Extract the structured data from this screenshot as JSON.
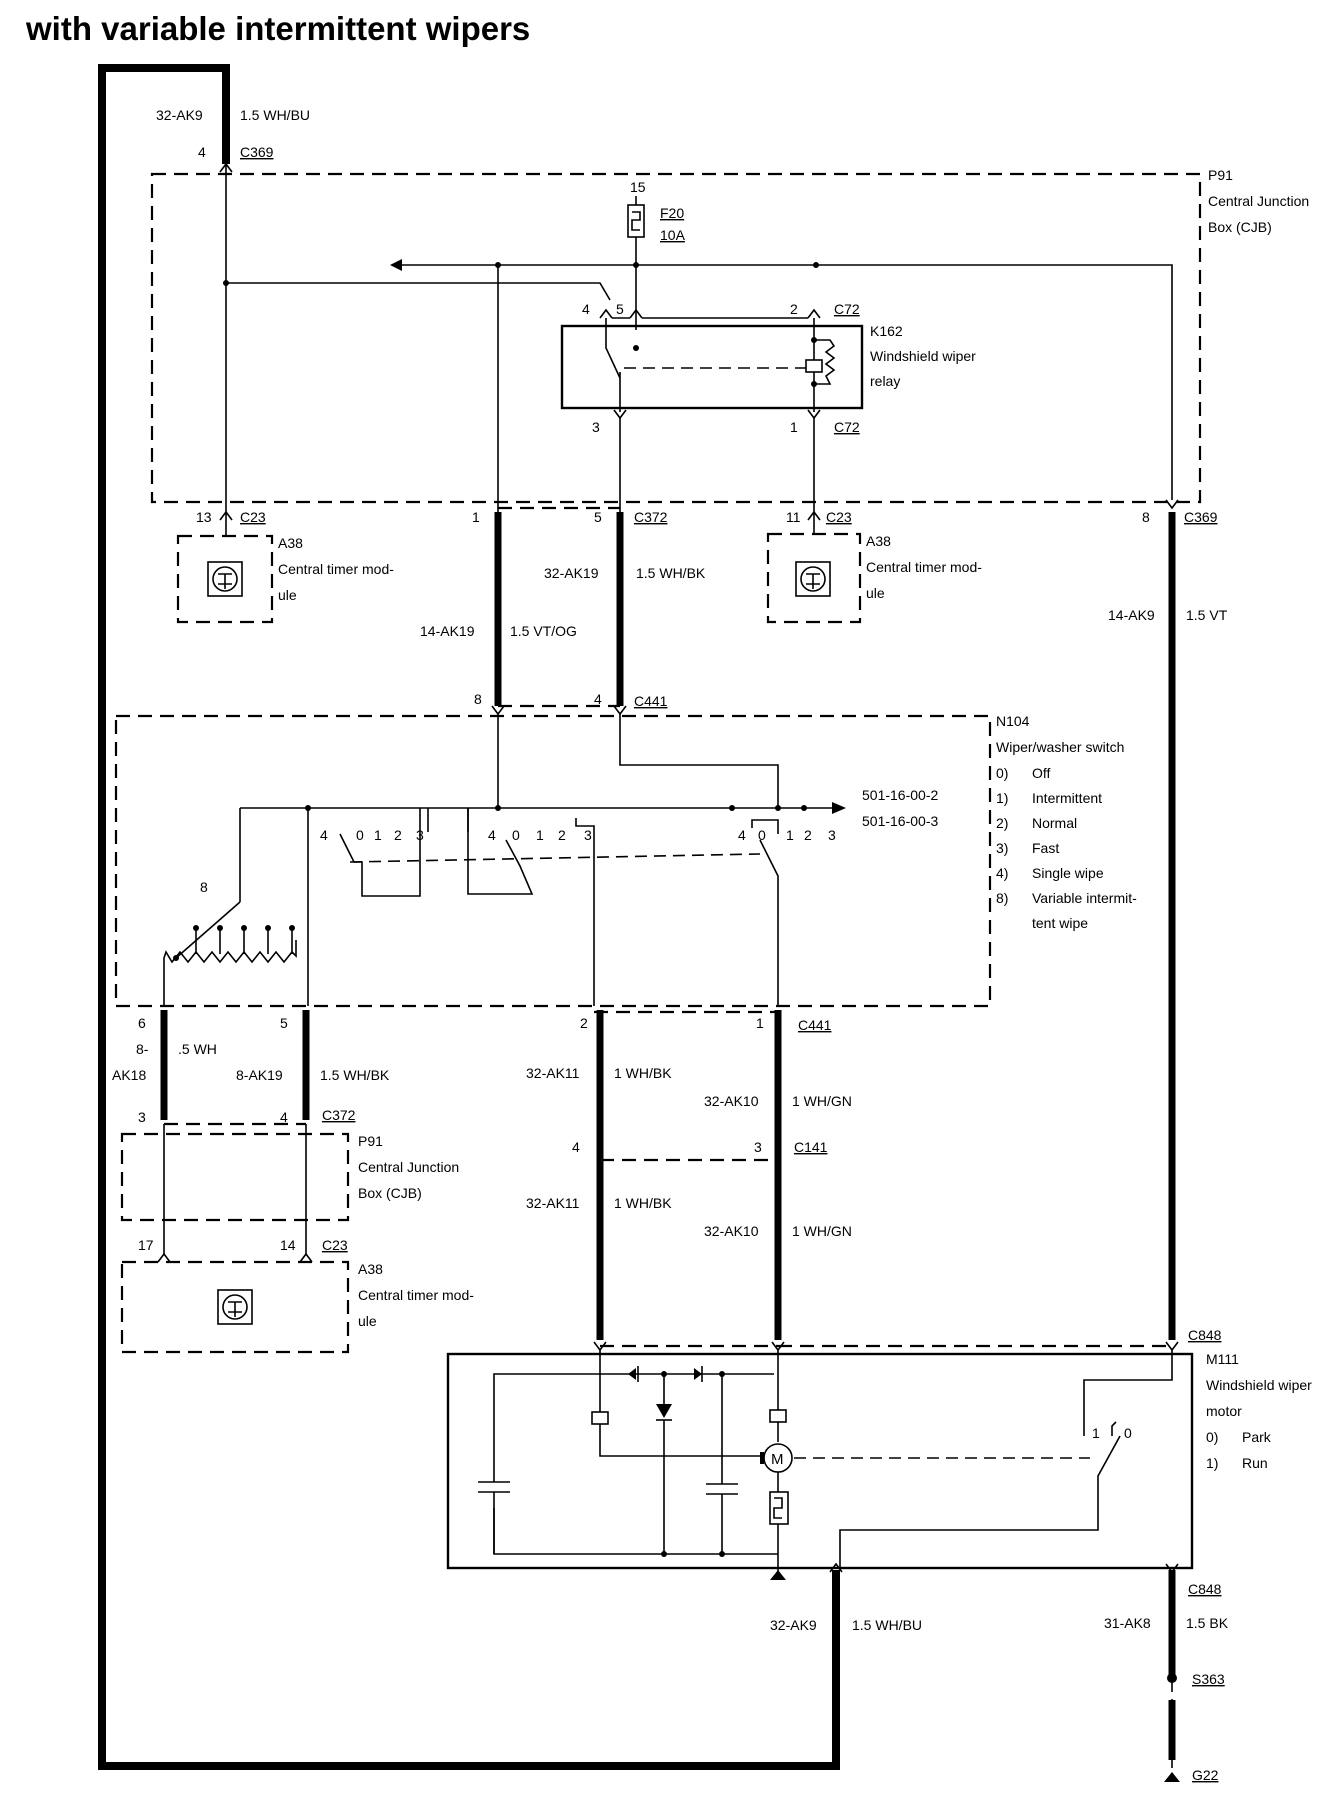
{
  "title": "with variable intermittent wipers",
  "top_wire": {
    "code": "32-AK9",
    "spec": "1.5 WH/BU",
    "pin": "4",
    "connector": "C369"
  },
  "cjb_top": {
    "id": "P91",
    "name_line1": "Central Junction",
    "name_line2": "Box (CJB)"
  },
  "fuse": {
    "pin": "15",
    "id": "F20",
    "rating": "10A"
  },
  "relay": {
    "id": "K162",
    "name_line1": "Windshield wiper",
    "name_line2": "relay",
    "pins_top": [
      "4",
      "5",
      "2"
    ],
    "pins_bottom": [
      "3",
      "1"
    ],
    "connector": "C72"
  },
  "cjb_outputs": {
    "left": {
      "pin": "13",
      "connector": "C23"
    },
    "mid_a": {
      "pin": "1"
    },
    "mid_b": {
      "pin": "5",
      "connector": "C372"
    },
    "right_a": {
      "pin": "11",
      "connector": "C23"
    },
    "right_b": {
      "pin": "8",
      "connector": "C369"
    }
  },
  "timer_module": {
    "id": "A38",
    "name_line1": "Central timer mod-",
    "name_line2": "ule"
  },
  "wires_mid": {
    "ak19_a": {
      "code": "32-AK19",
      "spec": "1.5 WH/BK"
    },
    "ak19_b": {
      "code": "14-AK19",
      "spec": "1.5 VT/OG"
    },
    "ak9": {
      "code": "14-AK9",
      "spec": "1.5 VT"
    }
  },
  "switch": {
    "pins": [
      "8",
      "4"
    ],
    "connector": "C441",
    "id": "N104",
    "name": "Wiper/washer switch",
    "positions": [
      {
        "num": "0)",
        "label": "Off"
      },
      {
        "num": "1)",
        "label": "Intermittent"
      },
      {
        "num": "2)",
        "label": "Normal"
      },
      {
        "num": "3)",
        "label": "Fast"
      },
      {
        "num": "4)",
        "label": "Single wipe"
      },
      {
        "num": "8)",
        "label": "Variable intermit-"
      },
      {
        "num": "",
        "label": "tent wipe"
      }
    ],
    "refs": [
      "501-16-00-2",
      "501-16-00-3"
    ],
    "contact_labels": [
      "4",
      "0",
      "1",
      "2",
      "3"
    ],
    "variable_label": "8"
  },
  "lower_left": {
    "pin6": "6",
    "pin5": "5",
    "pin3": "3",
    "pin4": "4",
    "connector_c372": "C372",
    "wire_a_code1": "8-",
    "wire_a_code2": "AK18",
    "wire_a_spec": ".5 WH",
    "wire_b_code": "8-AK19",
    "wire_b_spec": "1.5 WH/BK",
    "cjb_id": "P91",
    "cjb_line1": "Central Junction",
    "cjb_line2": "Box (CJB)",
    "pin17": "17",
    "pin14": "14",
    "connector_c23": "C23",
    "timer_id": "A38",
    "timer_line1": "Central timer mod-",
    "timer_line2": "ule"
  },
  "lower_mid": {
    "pin2": "2",
    "pin1": "1",
    "connector_c441": "C441",
    "ak11_code": "32-AK11",
    "ak11_spec": "1 WH/BK",
    "ak10_code": "32-AK10",
    "ak10_spec": "1 WH/GN",
    "pin4": "4",
    "pin3": "3",
    "connector_c141": "C141"
  },
  "motor": {
    "connector_top": "C848",
    "id": "M111",
    "name_line1": "Windshield wiper",
    "name_line2": "motor",
    "positions": [
      {
        "num": "0)",
        "label": "Park"
      },
      {
        "num": "1)",
        "label": "Run"
      }
    ],
    "switch_labels": [
      "1",
      "0"
    ],
    "motor_symbol": "M",
    "connector_bottom": "C848"
  },
  "bottom": {
    "wire_left_code": "32-AK9",
    "wire_left_spec": "1.5 WH/BU",
    "wire_right_code": "31-AK8",
    "wire_right_spec": "1.5 BK",
    "splice": "S363",
    "ground": "G22"
  }
}
